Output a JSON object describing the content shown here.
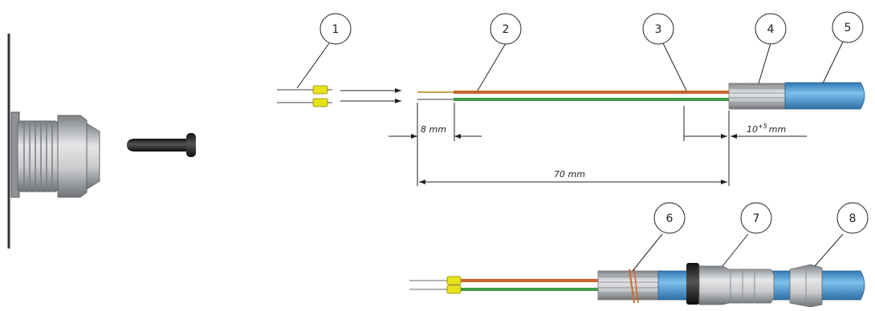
{
  "callouts": [
    "1",
    "2",
    "3",
    "4",
    "5",
    "6",
    "7",
    "8"
  ],
  "dimensions": {
    "strip_length": "8 mm",
    "total_length": "70 mm",
    "shield_length": "10",
    "shield_tolerance": "+5",
    "shield_unit": "mm"
  },
  "colors": {
    "wire_orange": "#c8642d",
    "wire_green": "#3f9a4a",
    "ferrule_yellow": "#e8e21a",
    "cable_blue": "#4f97cf",
    "metal_gray": "#b9bcc0",
    "line": "#222222"
  }
}
